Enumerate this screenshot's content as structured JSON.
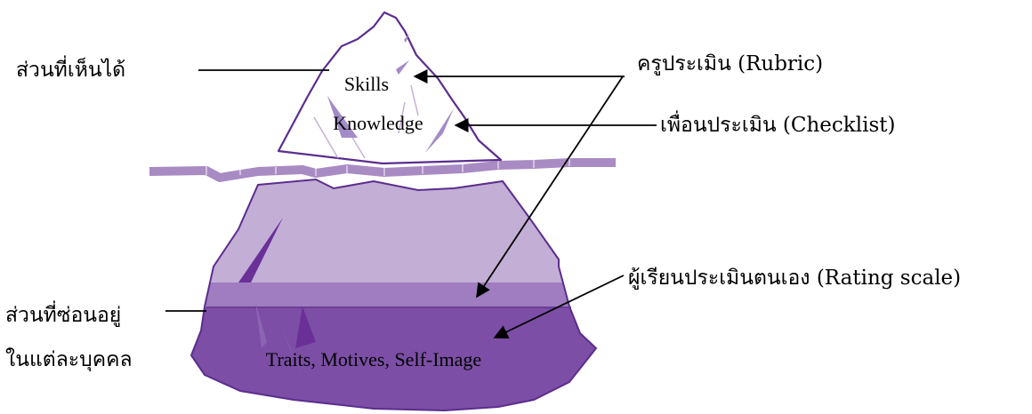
{
  "labels": {
    "visible_part": "ส่วนที่เห็นได้",
    "hidden_part_line1": "ส่วนที่ซ่อนอยู่",
    "hidden_part_line2": "ในแต่ละบุคคล",
    "skills": "Skills",
    "knowledge": "Knowledge",
    "traits": "Traits,  Motives,  Self-Image",
    "teacher_assess": "ครูประเมิน  (Rubric)",
    "peer_assess": "เพื่อนประเมิน  (Checklist)",
    "self_assess": "ผู้เรียนประเมินตนเอง  (Rating scale)"
  },
  "colors": {
    "outline": "#5b2d8e",
    "tip_fill": "#ffffff",
    "waterline": "#a98bc4",
    "upper_body": "#c3aed6",
    "middle_band": "#9f7dc0",
    "deep_body": "#7c4ea6",
    "shard": "#6a3098",
    "text_inside": "#ffffff",
    "arrow": "#000000"
  }
}
